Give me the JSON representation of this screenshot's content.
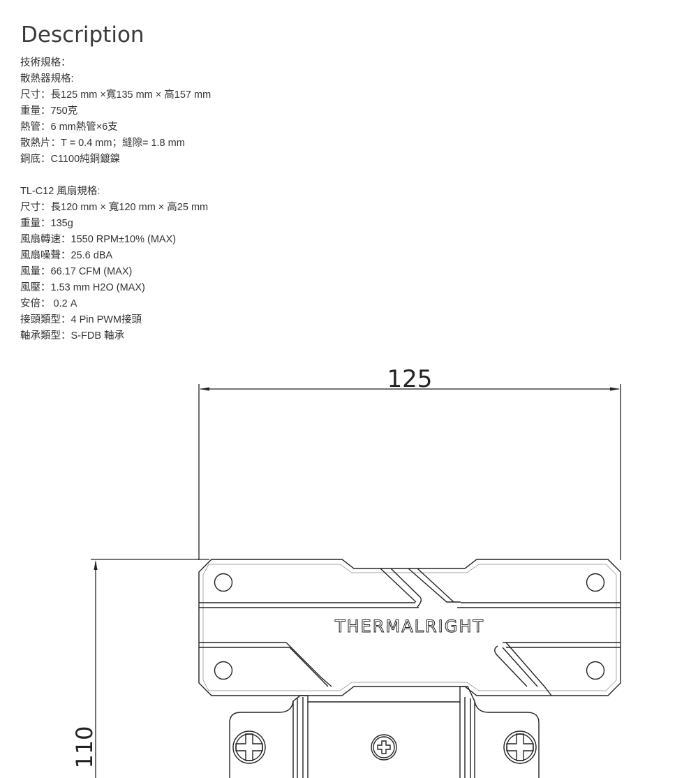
{
  "page": {
    "title": "Description"
  },
  "heatsink": {
    "heading": "技術規格：",
    "subheading": "散熱器規格:",
    "lines": [
      "尺寸：長125 mm ×寬135 mm × 高157 mm",
      "重量：750克",
      "熱管：6 mm熱管×6支",
      "散熱片：T = 0.4 mm；縫隙= 1.8 mm",
      "銅底：C1100純銅鍍鎳"
    ]
  },
  "fan": {
    "heading": "TL-C12 風扇規格:",
    "lines": [
      "尺寸：長120 mm × 寬120 mm × 高25 mm",
      "重量：135g",
      "風扇轉速：1550 RPM±10% (MAX)",
      "風扇噪聲：25.6 dBA",
      "風量：66.17 CFM (MAX)",
      "風壓：1.53 mm H2O (MAX)",
      "安倍： 0.2 A",
      "接頭類型：4 Pin PWM接頭",
      "軸承類型：S-FDB 軸承"
    ]
  },
  "drawing": {
    "width_dimension": "125",
    "height_dimension": "110",
    "logo_text": "THERMALRIGHT"
  }
}
